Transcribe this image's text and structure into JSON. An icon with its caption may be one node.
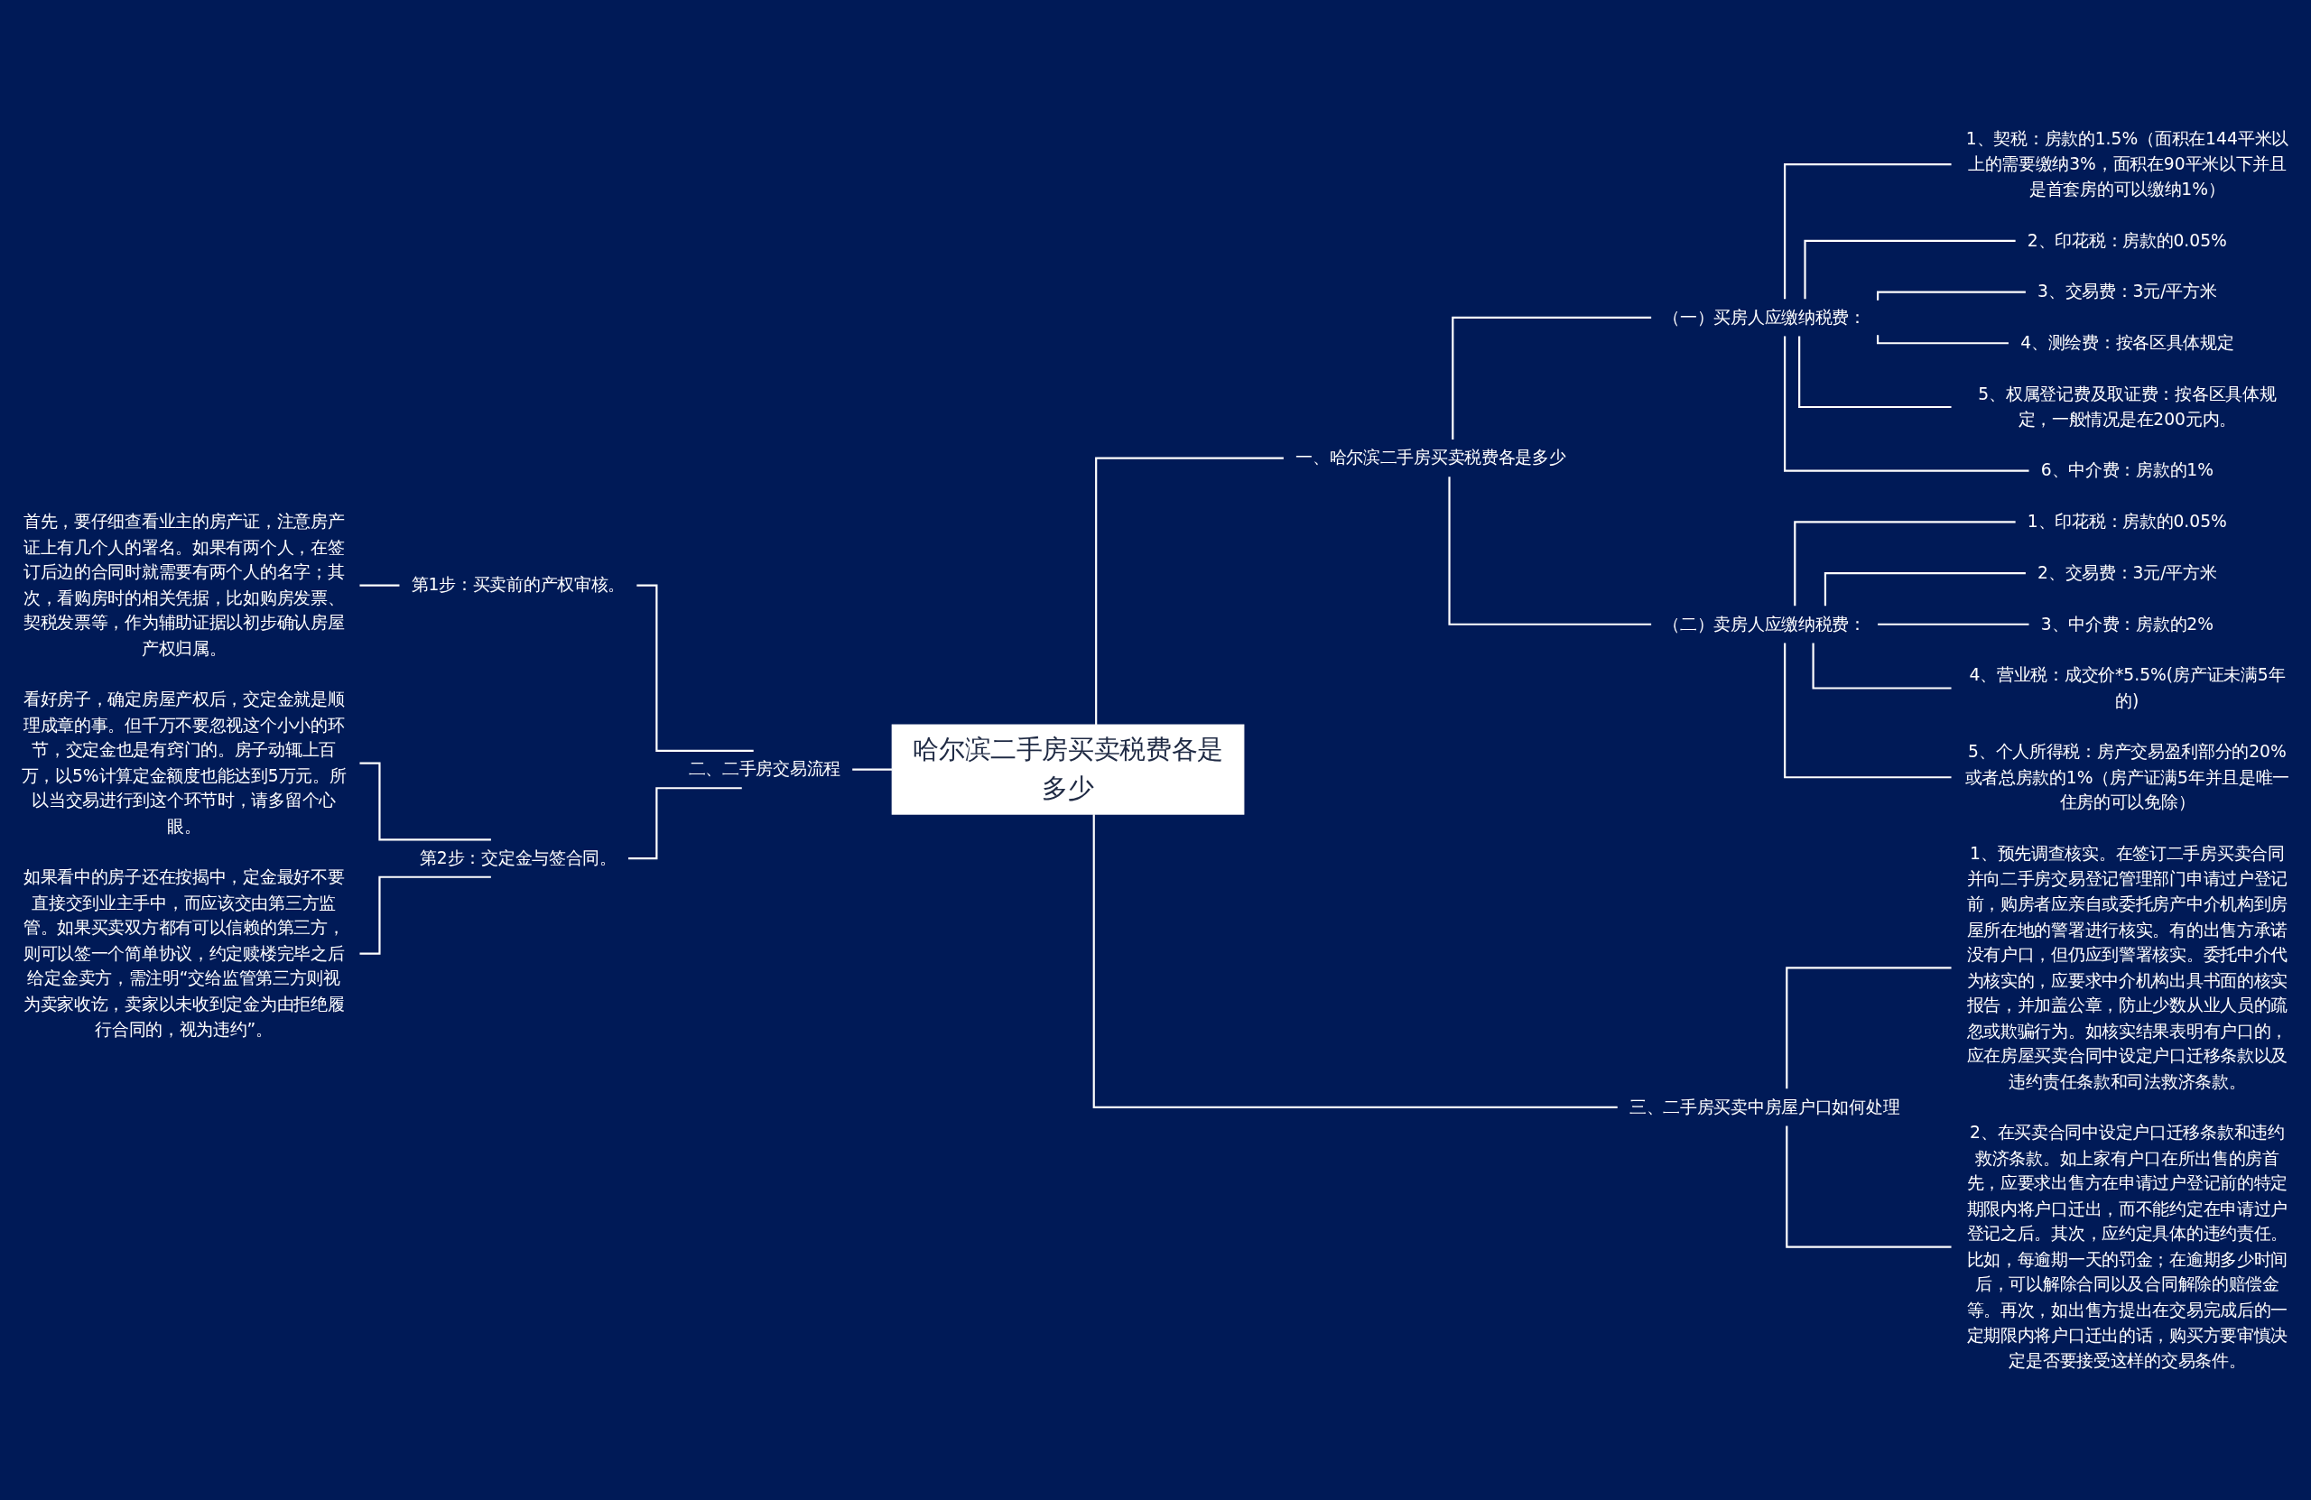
{
  "diagram": {
    "nodes": [
      {
        "text": [
          "哈尔滨二手房买卖税费各是多少"
        ]
      },
      {
        "text": [
          "一、哈尔滨二手房买卖税费各是多少"
        ]
      },
      {
        "text": [
          "（一）买房人应缴纳税费："
        ]
      },
      {
        "text": [
          "1、契税：房款的1.5%（面积在144平米以上的需要缴纳3%，面积在90平米以下并且是首套房的可以缴纳1%）"
        ]
      },
      {
        "text": [
          "2、印花税：房款的0.05%"
        ]
      },
      {
        "text": [
          "3、交易费：3元/平方米"
        ]
      },
      {
        "text": [
          "4、测绘费：按各区具体规定"
        ]
      },
      {
        "text": [
          "5、权属登记费及取证费：按各区具体规定，一般情况是在200元内。"
        ]
      },
      {
        "text": [
          "6、中介费：房款的1%"
        ]
      },
      {
        "text": [
          "（二）卖房人应缴纳税费："
        ]
      },
      {
        "text": [
          "1、印花税：房款的0.05%"
        ]
      },
      {
        "text": [
          "2、交易费：3元/平方米"
        ]
      },
      {
        "text": [
          "3、中介费：房款的2%"
        ]
      },
      {
        "text": [
          "4、营业税：成交价*5.5%(房产证未满5年的)"
        ]
      },
      {
        "text": [
          "5、个人所得税：房产交易盈利部分的20%或者总房款的1%（房产证满5年并且是唯一住房的可以免除）"
        ]
      },
      {
        "text": [
          "三、二手房买卖中房屋户口如何处理"
        ]
      },
      {
        "text": [
          "1、预先调查核实。在签订二手房买卖合同并向二手房交易登记管理部门申请过户登记前，购房者应亲自或委托房产中介机构到房屋所在地的警署进行核实。有的出售方承诺没有户口，但仍应到警署核实。委托中介代为核实的，应要求中介机构出具书面的核实报告，并加盖公章，防止少数从业人员的疏忽或欺骗行为。如核实结果表明有户口的，应在房屋买卖合同中设定户口迁移条款以及违约责任条款和司法救济条款。"
        ]
      },
      {
        "text": [
          "2、在买卖合同中设定户口迁移条款和违约救济条款。如上家有户口在所出售的房首先，应要求出售方在申请过户登记前的特定期限内将户口迁出，而不能约定在申请过户登记之后。其次，应约定具体的违约责任。比如，每逾期一天的罚金；在逾期多少时间后，可以解除合同以及合同解除的赔偿金等。再次，如出售方提出在交易完成后的一定期限内将户口迁出的话，购买方要审慎决定是否要接受这样的交易条件。"
        ]
      },
      {
        "text": [
          "二、二手房交易流程"
        ]
      },
      {
        "text": [
          "第1步：买卖前的产权审核。"
        ]
      },
      {
        "text": [
          "首先，要仔细查看业主的房产证，注意房产证上有几个人的署名。如果有两个人，在签订后边的合同时就需要有两个人的名字；其次，看购房时的相关凭据，比如购房发票、契税发票等，作为辅助证据以初步确认房屋产权归属。"
        ]
      },
      {
        "text": [
          "第2步：交定金与签合同。"
        ]
      },
      {
        "text": [
          "看好房子，确定房屋产权后，交定金就是顺理成章的事。但千万不要忽视这个小小的环节，交定金也是有窍门的。房子动辄上百万，以5%计算定金额度也能达到5万元。所以当交易进行到这个环节时，请多留个心眼。"
        ]
      },
      {
        "text": [
          "如果看中的房子还在按揭中，定金最好不要直接交到业主手中，而应该交由第三方监管。如果买卖双方都有可以信赖的第三方，则可以签一个简单协议，约定赎楼完毕之后给定金卖方，需注明“交给监管第三方则视为卖家收讫，卖家以未收到定金为由拒绝履行合同的，视为违约”。"
        ]
      }
    ],
    "edges": [
      {
        "from": 0,
        "to": 1,
        "arrow": "none"
      },
      {
        "from": 1,
        "to": 2,
        "arrow": "none"
      },
      {
        "from": 2,
        "to": 3,
        "arrow": "none"
      },
      {
        "from": 2,
        "to": 4,
        "arrow": "none"
      },
      {
        "from": 2,
        "to": 5,
        "arrow": "none"
      },
      {
        "from": 2,
        "to": 6,
        "arrow": "none"
      },
      {
        "from": 2,
        "to": 7,
        "arrow": "none"
      },
      {
        "from": 2,
        "to": 8,
        "arrow": "none"
      },
      {
        "from": 1,
        "to": 9,
        "arrow": "none"
      },
      {
        "from": 9,
        "to": 10,
        "arrow": "none"
      },
      {
        "from": 9,
        "to": 11,
        "arrow": "none"
      },
      {
        "from": 9,
        "to": 12,
        "arrow": "none"
      },
      {
        "from": 9,
        "to": 13,
        "arrow": "none"
      },
      {
        "from": 9,
        "to": 14,
        "arrow": "none"
      },
      {
        "from": 0,
        "to": 15,
        "arrow": "none"
      },
      {
        "from": 15,
        "to": 16,
        "arrow": "none"
      },
      {
        "from": 15,
        "to": 17,
        "arrow": "none"
      },
      {
        "from": 18,
        "to": 0,
        "arrow": "none"
      },
      {
        "from": 19,
        "to": 18,
        "arrow": "none"
      },
      {
        "from": 20,
        "to": 19,
        "arrow": "none"
      },
      {
        "from": 21,
        "to": 18,
        "arrow": "none"
      },
      {
        "from": 22,
        "to": 21,
        "arrow": "none"
      },
      {
        "from": 23,
        "to": 21,
        "arrow": "none"
      }
    ]
  }
}
